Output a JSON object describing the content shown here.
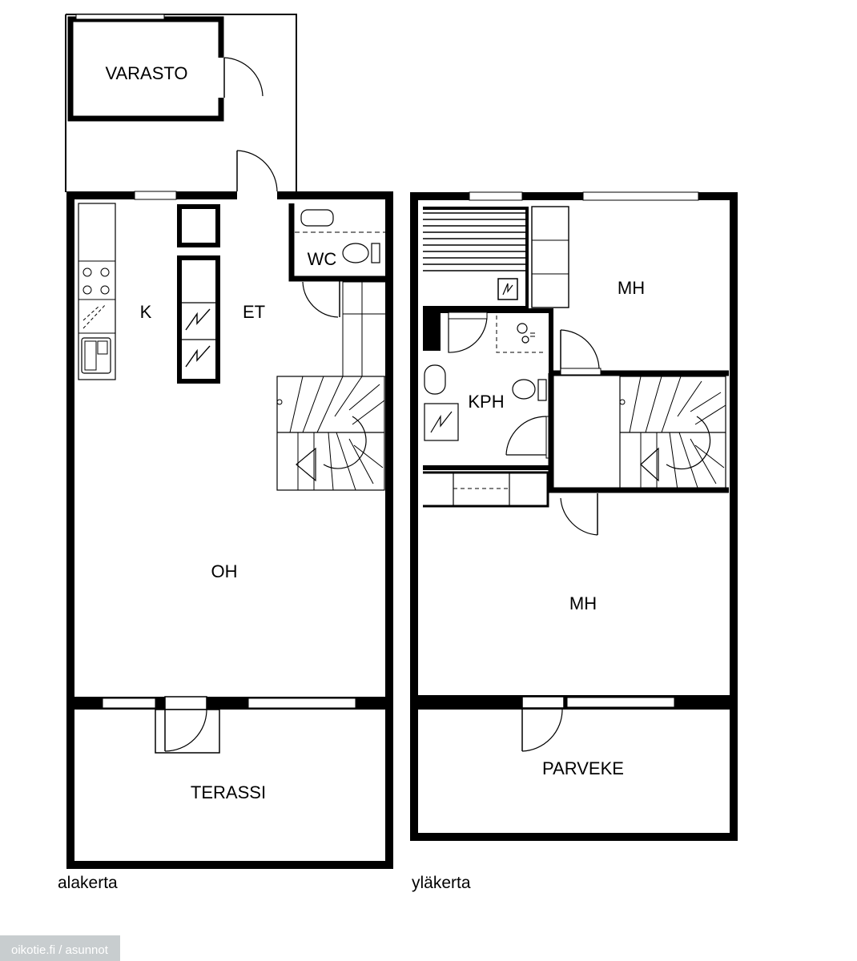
{
  "rooms": {
    "varasto": "VARASTO",
    "k": "K",
    "et": "ET",
    "wc": "WC",
    "oh": "OH",
    "terassi": "TERASSI",
    "kph": "KPH",
    "mh_upper": "MH",
    "mh_lower": "MH",
    "parveke": "PARVEKE"
  },
  "floors": {
    "lower": "alakerta",
    "upper": "yläkerta"
  },
  "watermark": "oikotie.fi / asunnot"
}
